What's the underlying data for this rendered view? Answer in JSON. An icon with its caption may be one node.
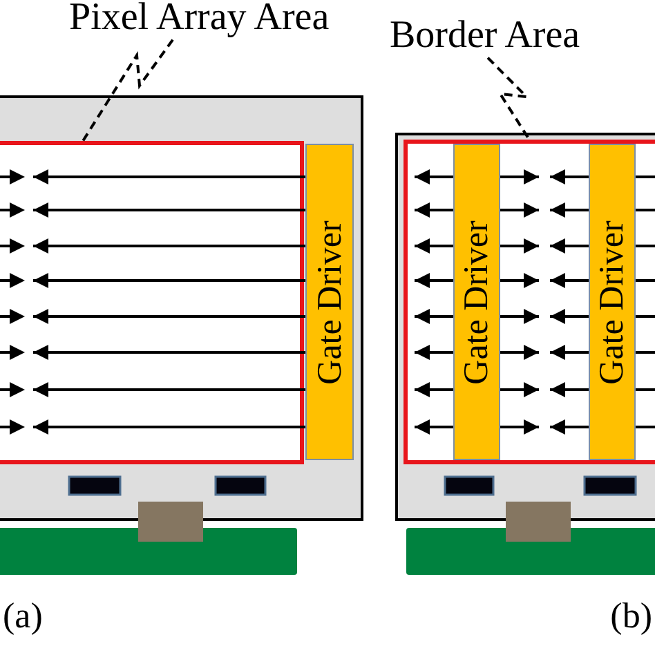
{
  "diagram": {
    "nodes": [
      {
        "text": [
          "Pixel Array Area"
        ]
      },
      {
        "text": [
          "Border Area"
        ]
      },
      {
        "text": [],
        "shape": "box"
      },
      {
        "text": [
          "Gate Driver"
        ]
      },
      {
        "text": [],
        "shape": "box"
      },
      {
        "text": [
          "Gate Driver"
        ],
        "in": 4
      },
      {
        "text": [
          "Gate Driver"
        ],
        "in": 4
      },
      {
        "text": [],
        "shape": "bar"
      },
      {
        "text": [],
        "shape": "bar"
      }
    ],
    "edges": [
      {
        "from": 0,
        "to": 2,
        "arrow": "none",
        "style": "dashed"
      },
      {
        "from": 1,
        "to": 4,
        "arrow": "none",
        "style": "dashed"
      },
      {
        "from": 3,
        "to": 2,
        "arrow": "to"
      },
      {
        "from": 3,
        "to": 2,
        "arrow": "to"
      },
      {
        "from": 3,
        "to": 2,
        "arrow": "to"
      },
      {
        "from": 3,
        "to": 2,
        "arrow": "to"
      },
      {
        "from": 3,
        "to": 2,
        "arrow": "to"
      },
      {
        "from": 3,
        "to": 2,
        "arrow": "to"
      },
      {
        "from": 3,
        "to": 2,
        "arrow": "to"
      },
      {
        "from": 3,
        "to": 2,
        "arrow": "to"
      },
      {
        "from": 5,
        "to": null,
        "arrow": "to"
      },
      {
        "from": 5,
        "to": null,
        "arrow": "to"
      },
      {
        "from": 5,
        "to": null,
        "arrow": "to"
      },
      {
        "from": 5,
        "to": null,
        "arrow": "to"
      },
      {
        "from": 5,
        "to": null,
        "arrow": "to"
      },
      {
        "from": 5,
        "to": null,
        "arrow": "to"
      },
      {
        "from": 5,
        "to": null,
        "arrow": "to"
      },
      {
        "from": 5,
        "to": null,
        "arrow": "to"
      },
      {
        "from": 5,
        "to": null,
        "arrow": "to"
      },
      {
        "from": 5,
        "to": null,
        "arrow": "to"
      },
      {
        "from": 5,
        "to": null,
        "arrow": "to"
      },
      {
        "from": 5,
        "to": null,
        "arrow": "to"
      },
      {
        "from": 5,
        "to": null,
        "arrow": "to"
      },
      {
        "from": 5,
        "to": null,
        "arrow": "to"
      },
      {
        "from": 5,
        "to": null,
        "arrow": "to"
      },
      {
        "from": 5,
        "to": null,
        "arrow": "to"
      },
      {
        "from": 6,
        "to": null,
        "arrow": "to"
      },
      {
        "from": 6,
        "to": null,
        "arrow": "to"
      },
      {
        "from": 6,
        "to": null,
        "arrow": "to"
      },
      {
        "from": 6,
        "to": null,
        "arrow": "to"
      },
      {
        "from": 6,
        "to": null,
        "arrow": "to"
      },
      {
        "from": 6,
        "to": null,
        "arrow": "to"
      },
      {
        "from": 6,
        "to": null,
        "arrow": "to"
      },
      {
        "from": 6,
        "to": null,
        "arrow": "to"
      },
      {
        "from": 6,
        "to": null,
        "arrow": "none"
      },
      {
        "from": 6,
        "to": null,
        "arrow": "none"
      },
      {
        "from": 6,
        "to": null,
        "arrow": "none"
      },
      {
        "from": 6,
        "to": null,
        "arrow": "none"
      },
      {
        "from": 6,
        "to": null,
        "arrow": "none"
      },
      {
        "from": 6,
        "to": null,
        "arrow": "none"
      },
      {
        "from": 6,
        "to": null,
        "arrow": "none"
      },
      {
        "from": 6,
        "to": null,
        "arrow": "none"
      }
    ],
    "labels": [
      "(a)",
      "(b)"
    ]
  }
}
